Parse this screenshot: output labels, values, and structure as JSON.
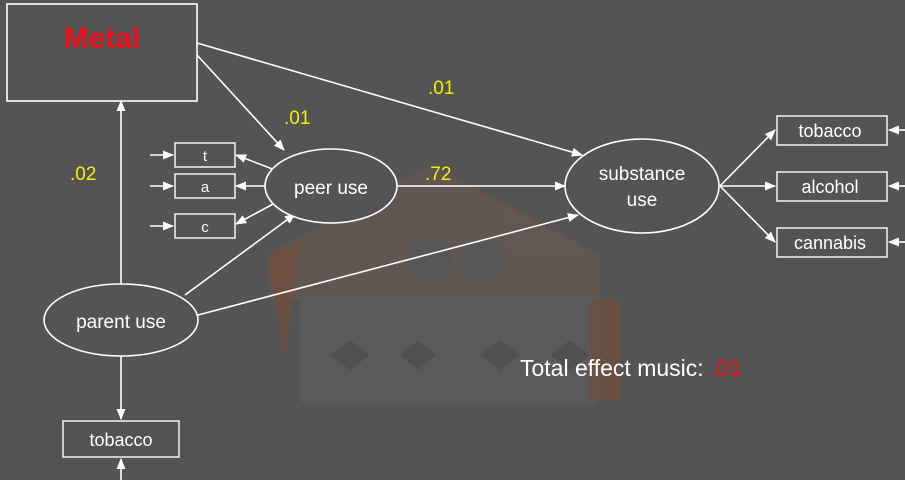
{
  "colors": {
    "background": "#545454",
    "line": "#ffffff",
    "coefficient": "#f2f200",
    "highlight": "#e8111a",
    "watermark": "#8a4a2a"
  },
  "nodes": {
    "metal": "Metal",
    "peer_use": "peer use",
    "substance_use_line1": "substance",
    "substance_use_line2": "use",
    "parent_use": "parent use",
    "indicator_t": "t",
    "indicator_a": "a",
    "indicator_c": "c",
    "outcome_tobacco": "tobacco",
    "outcome_alcohol": "alcohol",
    "outcome_cannabis": "cannabis",
    "parent_tobacco": "tobacco"
  },
  "coefficients": {
    "metal_to_substance": ".01",
    "metal_to_peer": ".01",
    "peer_to_substance": ".72",
    "parent_to_metal": ".02"
  },
  "total_effect": {
    "label": "Total effect music: ",
    "value": ".01"
  },
  "icons": {
    "watermark": "razor-blade-house-watermark-icon"
  }
}
